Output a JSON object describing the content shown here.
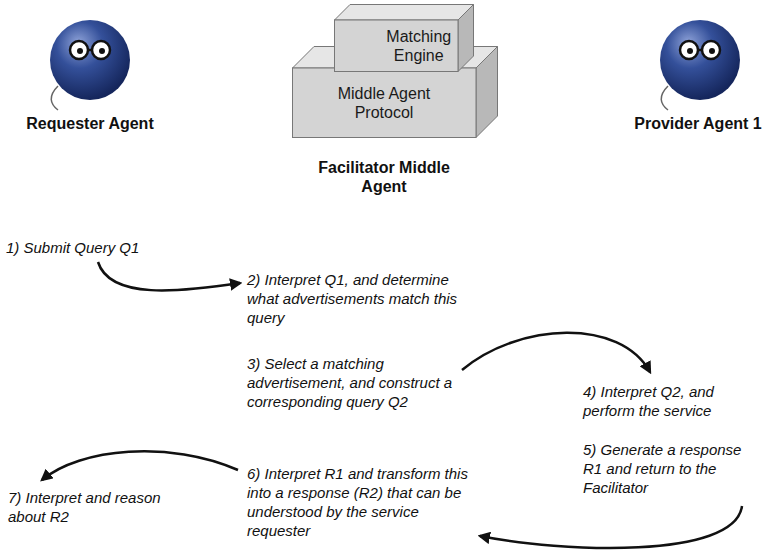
{
  "diagram": {
    "nodes": [
      {
        "text": [
          "Requester Agent"
        ]
      },
      {
        "text": [
          "Middle Agent Protocol",
          "Facilitator Middle Agent"
        ]
      },
      {
        "text": [
          "Matching Engine"
        ]
      },
      {
        "text": [
          "Provider Agent 1"
        ]
      }
    ],
    "labels": [
      "1) Submit Query Q1",
      "2) Interpret Q1, and determine what advertisements match this query",
      "3) Select a matching advertisement, and construct a corresponding query Q2",
      "4) Interpret Q2, and perform the service",
      "5) Generate a response R1 and return to the Facilitator",
      "6) Interpret R1 and transform this into a response (R2) that can be understood by the service requester",
      "7) Interpret and reason about R2"
    ]
  }
}
